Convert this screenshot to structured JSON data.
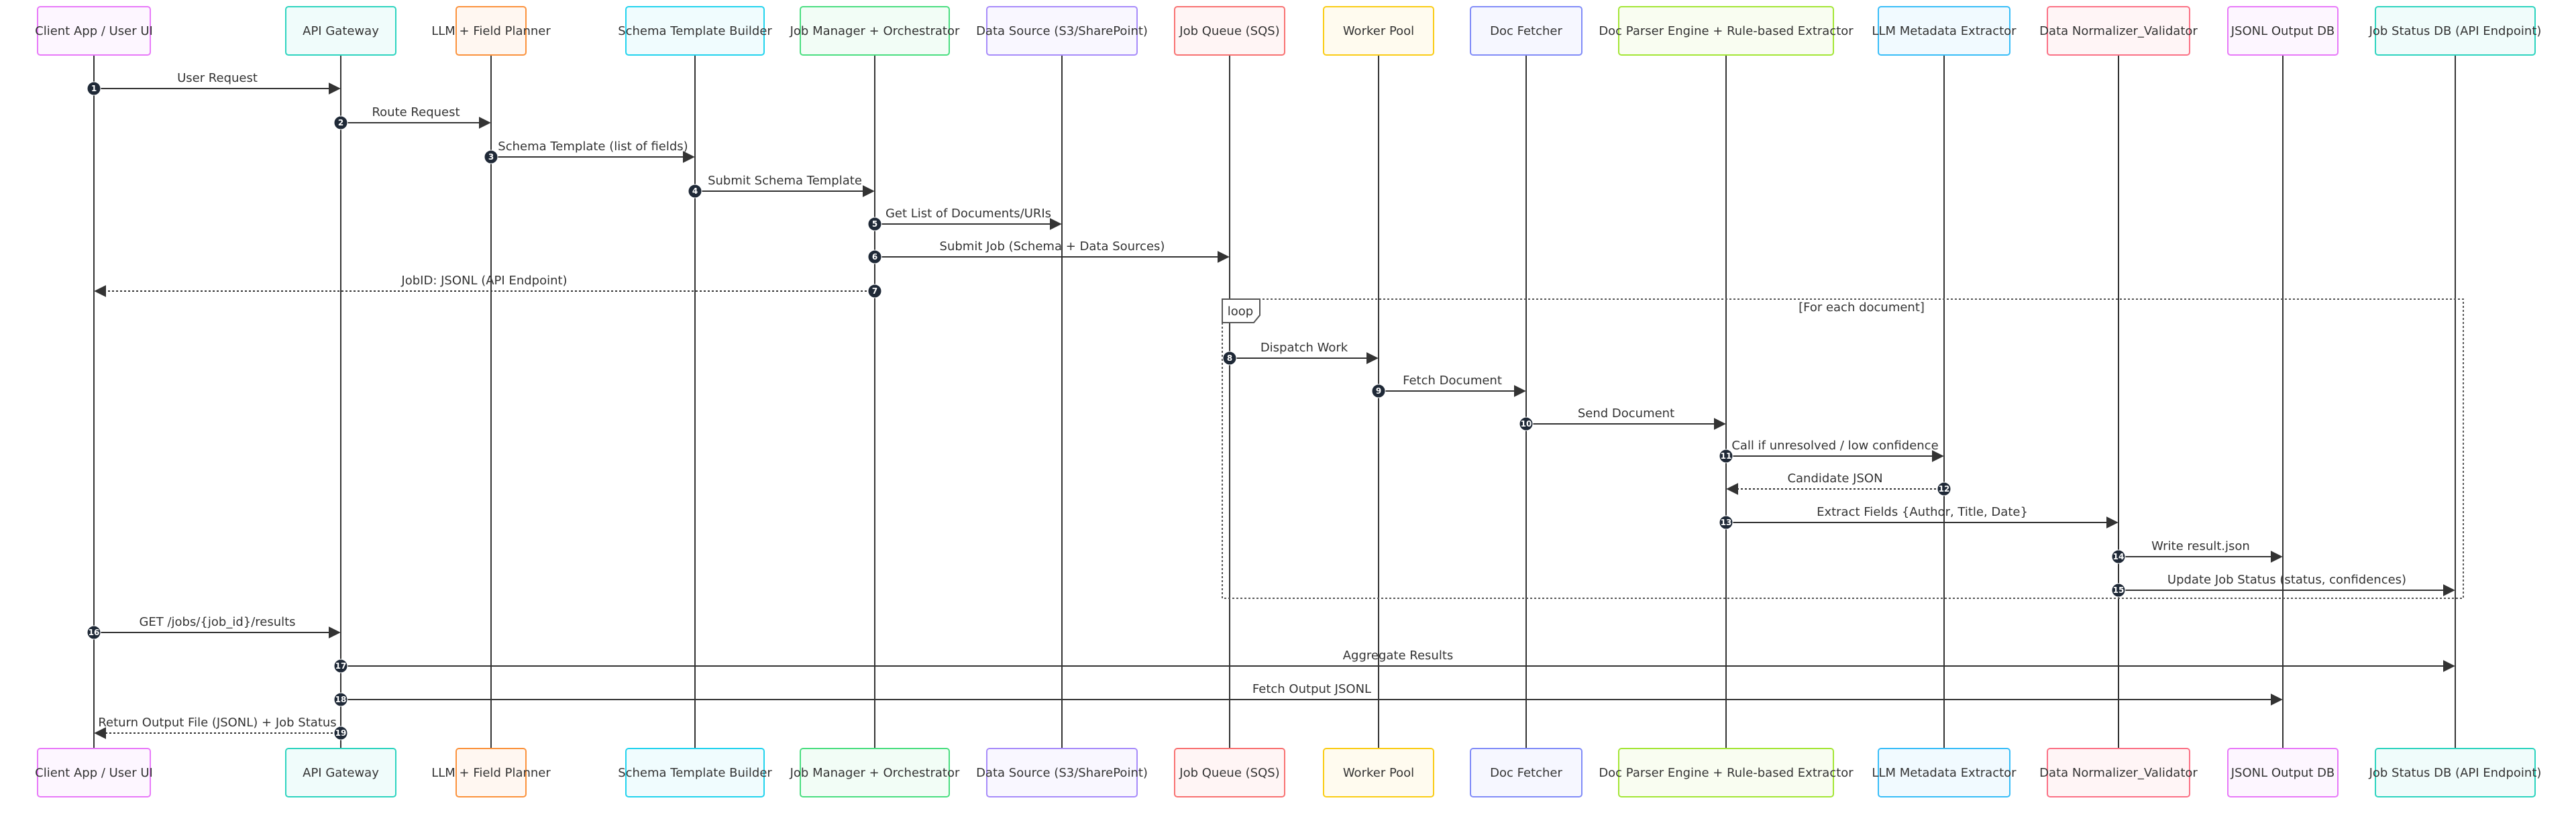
{
  "participants": [
    {
      "id": "client",
      "label": "Client App / User UI",
      "color": "#e879f9"
    },
    {
      "id": "gateway",
      "label": "API Gateway",
      "color": "#2dd4bf"
    },
    {
      "id": "planner",
      "label": "LLM + Field Planner",
      "color": "#fb923c"
    },
    {
      "id": "schema",
      "label": "Schema Template Builder",
      "color": "#22d3ee"
    },
    {
      "id": "jobmgr",
      "label": "Job Manager + Orchestrator",
      "color": "#4ade80"
    },
    {
      "id": "datasource",
      "label": "Data Source (S3/SharePoint)",
      "color": "#a78bfa"
    },
    {
      "id": "queue",
      "label": "Job Queue (SQS)",
      "color": "#f87171"
    },
    {
      "id": "workers",
      "label": "Worker Pool",
      "color": "#facc15"
    },
    {
      "id": "fetcher",
      "label": "Doc Fetcher",
      "color": "#818cf8"
    },
    {
      "id": "parser",
      "label": "Doc Parser Engine + Rule-based Extractor",
      "color": "#a3e635"
    },
    {
      "id": "llmmeta",
      "label": "LLM Metadata Extractor",
      "color": "#38bdf8"
    },
    {
      "id": "normalizer",
      "label": "Data Normalizer_Validator",
      "color": "#fb7185"
    },
    {
      "id": "jsonldb",
      "label": "JSONL Output DB",
      "color": "#e879f9"
    },
    {
      "id": "statusdb",
      "label": "Job Status DB (API Endpoint)",
      "color": "#2dd4bf"
    }
  ],
  "messages": [
    {
      "num": "1",
      "from": "client",
      "to": "gateway",
      "label": "User Request",
      "dashed": false
    },
    {
      "num": "2",
      "from": "gateway",
      "to": "planner",
      "label": "Route Request",
      "dashed": false
    },
    {
      "num": "3",
      "from": "planner",
      "to": "schema",
      "label": "Schema Template (list of fields)",
      "dashed": false
    },
    {
      "num": "4",
      "from": "schema",
      "to": "jobmgr",
      "label": "Submit Schema Template",
      "dashed": false
    },
    {
      "num": "5",
      "from": "jobmgr",
      "to": "datasource",
      "label": "Get List of Documents/URIs",
      "dashed": false
    },
    {
      "num": "6",
      "from": "jobmgr",
      "to": "queue",
      "label": "Submit Job (Schema + Data Sources)",
      "dashed": false
    },
    {
      "num": "7",
      "from": "jobmgr",
      "to": "client",
      "label": "JobID: JSONL (API Endpoint)",
      "dashed": true
    },
    {
      "num": "8",
      "from": "queue",
      "to": "workers",
      "label": "Dispatch Work",
      "dashed": false
    },
    {
      "num": "9",
      "from": "workers",
      "to": "fetcher",
      "label": "Fetch Document",
      "dashed": false
    },
    {
      "num": "10",
      "from": "fetcher",
      "to": "parser",
      "label": "Send Document",
      "dashed": false
    },
    {
      "num": "11",
      "from": "parser",
      "to": "llmmeta",
      "label": "Call if unresolved / low confidence",
      "dashed": false
    },
    {
      "num": "12",
      "from": "llmmeta",
      "to": "parser",
      "label": "Candidate JSON",
      "dashed": true
    },
    {
      "num": "13",
      "from": "parser",
      "to": "normalizer",
      "label": "Extract Fields {Author, Title, Date}",
      "dashed": false
    },
    {
      "num": "14",
      "from": "normalizer",
      "to": "jsonldb",
      "label": "Write result.json",
      "dashed": false
    },
    {
      "num": "15",
      "from": "normalizer",
      "to": "statusdb",
      "label": "Update Job Status (status, confidences)",
      "dashed": false
    },
    {
      "num": "16",
      "from": "client",
      "to": "gateway",
      "label": "GET /jobs/{job_id}/results",
      "dashed": false
    },
    {
      "num": "17",
      "from": "gateway",
      "to": "statusdb",
      "label": "Aggregate Results",
      "dashed": false
    },
    {
      "num": "18",
      "from": "gateway",
      "to": "jsonldb",
      "label": "Fetch Output JSONL",
      "dashed": false
    },
    {
      "num": "19",
      "from": "gateway",
      "to": "client",
      "label": "Return Output File (JSONL) + Job Status",
      "dashed": true
    }
  ],
  "loop": {
    "keyword": "loop",
    "condition": "[For each document]"
  }
}
